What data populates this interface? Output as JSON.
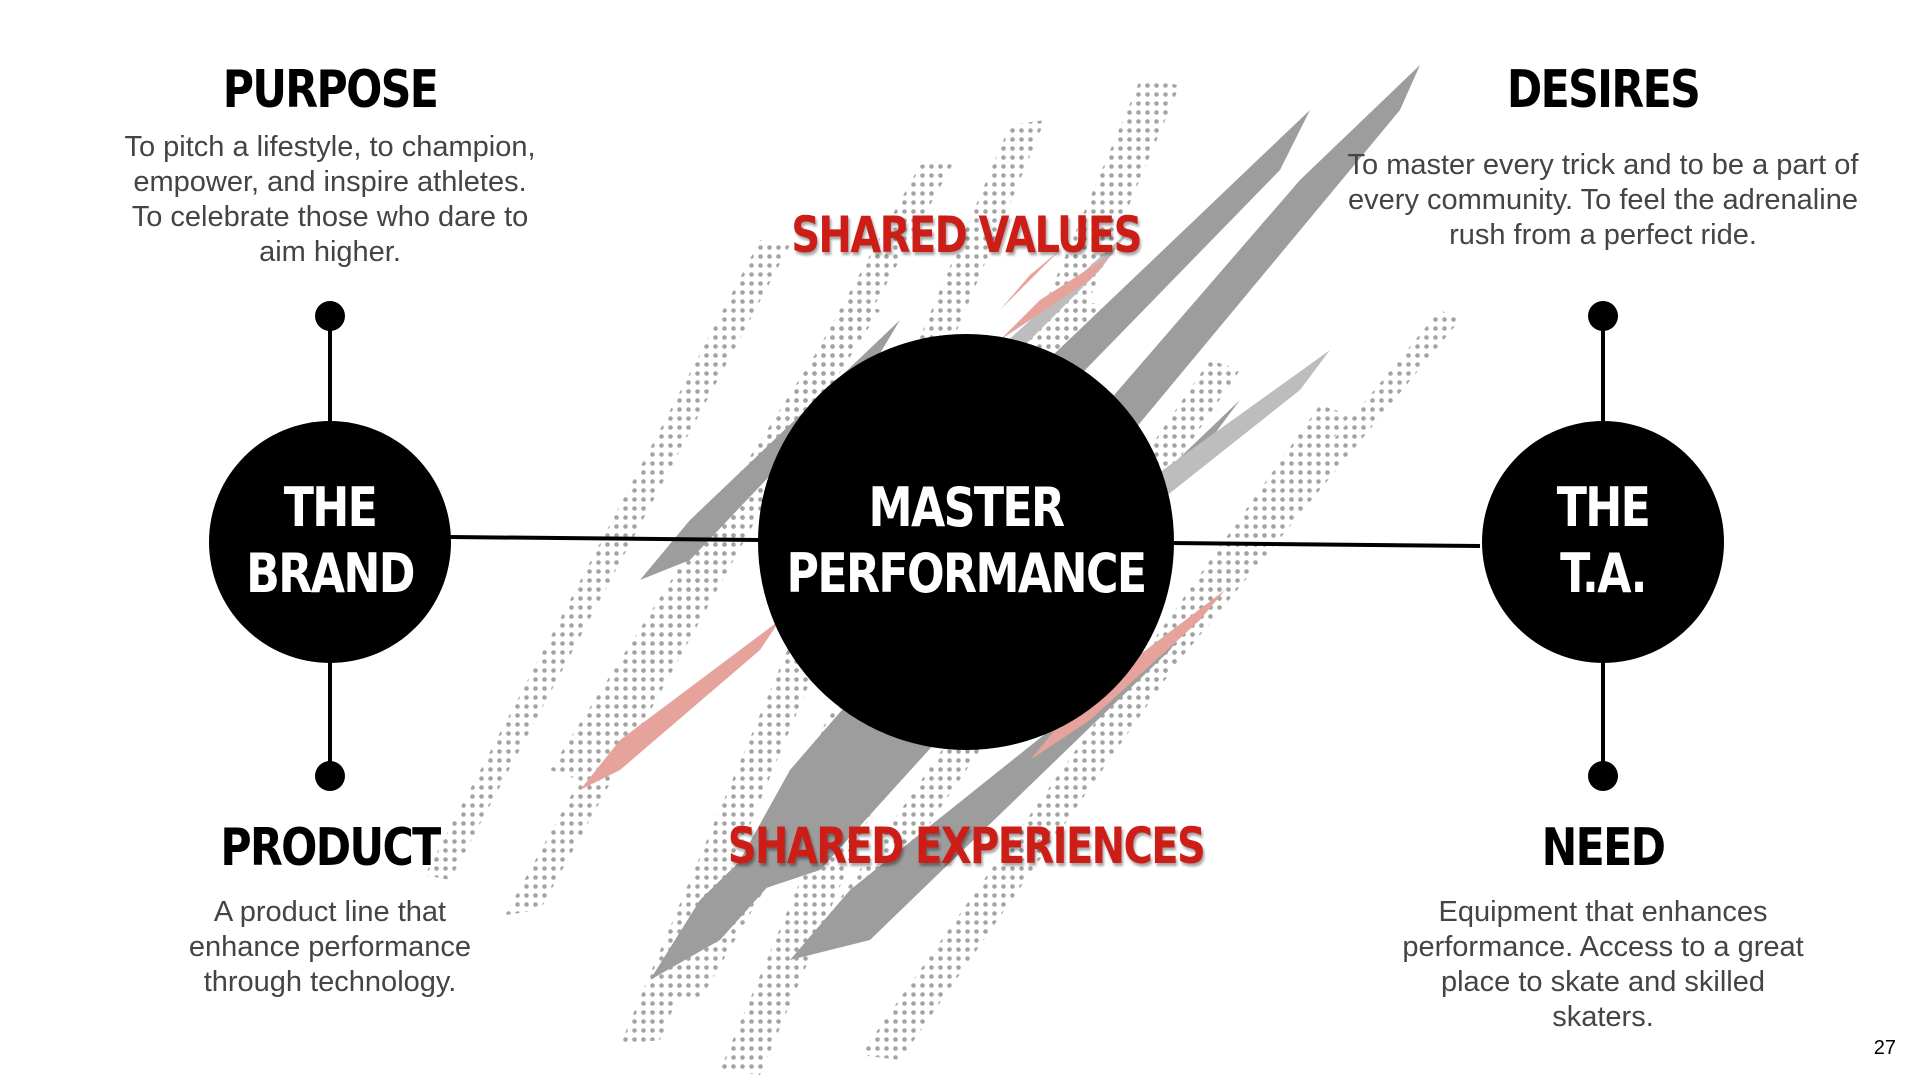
{
  "center": {
    "line1": "MASTER",
    "line2": "PERFORMANCE",
    "shared_top": "SHARED VALUES",
    "shared_bottom": "SHARED EXPERIENCES"
  },
  "brand": {
    "line1": "THE",
    "line2": "BRAND",
    "top_heading": "PURPOSE",
    "top_text": "To pitch a lifestyle, to champion, empower, and inspire athletes. To celebrate those who dare to aim higher.",
    "bottom_heading": "PRODUCT",
    "bottom_text": "A product line that enhance performance through technology."
  },
  "ta": {
    "line1": "THE",
    "line2": "T.A.",
    "top_heading": "DESIRES",
    "top_text": "To master every trick and to be a part of every community. To feel the adrenaline rush from a perfect ride.",
    "bottom_heading": "NEED",
    "bottom_text": "Equipment that enhances performance. Access to a great place to skate and skilled skaters."
  },
  "page_number": "27",
  "colors": {
    "accent_red": "#cc1d17",
    "circle": "#000000",
    "brush_gray": "#9e9e9e",
    "brush_pink": "#e8a49d"
  }
}
